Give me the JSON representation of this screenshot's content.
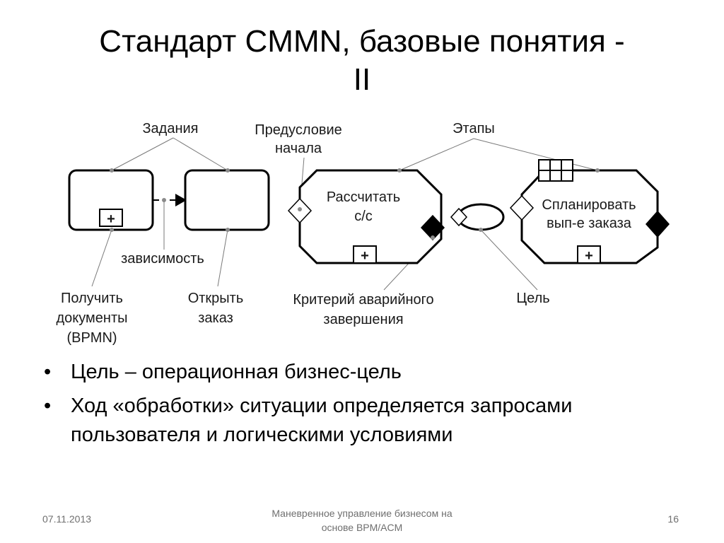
{
  "slide": {
    "title_line1": "Стандарт CMMN, базовые понятия -",
    "title_line2": "II"
  },
  "diagram": {
    "labels": {
      "tasks": "Задания",
      "precondition_line1": "Предусловие",
      "precondition_line2": "начала",
      "stages": "Этапы",
      "dependency": "зависимость",
      "get_docs_line1": "Получить",
      "get_docs_line2": "документы",
      "get_docs_line3": "(BPMN)",
      "open_order_line1": "Открыть",
      "open_order_line2": "заказ",
      "exit_criterion_line1": "Критерий аварийного",
      "exit_criterion_line2": "завершения",
      "goal": "Цель"
    },
    "stage1": {
      "line1": "Рассчитать",
      "line2": "с/с"
    },
    "stage2": {
      "line1": "Спланировать",
      "line2": "вып-е заказа"
    },
    "plus_marker": "+"
  },
  "bullets": [
    {
      "text": "Цель – операционная бизнес-цель"
    },
    {
      "text": "Ход «обработки» ситуации определяется запросами пользователя и логическими условиями"
    }
  ],
  "footer": {
    "date": "07.11.2013",
    "center_line1": "Маневренное управление бизнесом на",
    "center_line2": "основе BPM/ACM",
    "page": "16"
  },
  "colors": {
    "line": "#000000",
    "leader": "#7a7a7a",
    "dot": "#8a8a8a",
    "footer_text": "#6f6f6f"
  }
}
